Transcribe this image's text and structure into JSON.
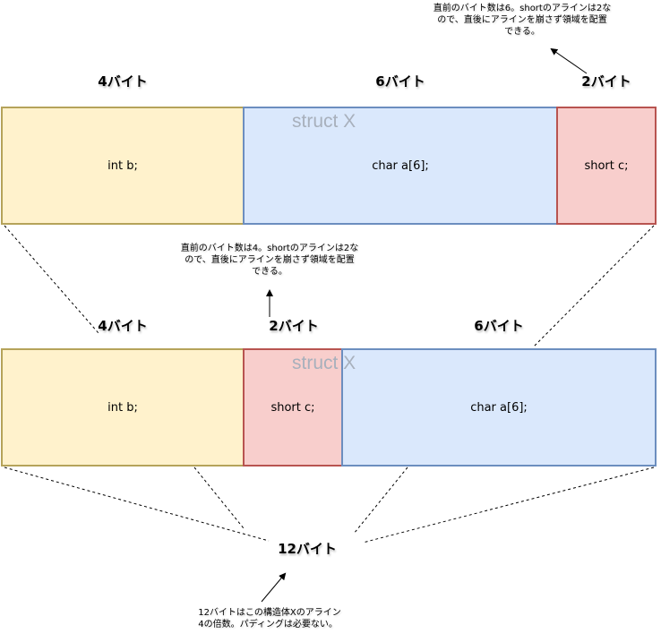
{
  "top_row": {
    "struct_label": "struct X",
    "fields": [
      {
        "name": "int b;",
        "size_label": "4バイト"
      },
      {
        "name": "char a[6];",
        "size_label": "6バイト"
      },
      {
        "name": "short c;",
        "size_label": "2バイト"
      }
    ],
    "note": [
      "直前のバイト数は6。shortのアラインは2な",
      "ので、直後にアラインを崩さず領域を配置",
      "できる。"
    ]
  },
  "bottom_row": {
    "struct_label": "struct X",
    "fields": [
      {
        "name": "int b;",
        "size_label": "4バイト"
      },
      {
        "name": "short c;",
        "size_label": "2バイト"
      },
      {
        "name": "char a[6];",
        "size_label": "6バイト"
      }
    ],
    "note": [
      "直前のバイト数は4。shortのアラインは2な",
      "ので、直後にアラインを崩さず領域を配置",
      "できる。"
    ]
  },
  "total": {
    "label": "12バイト",
    "note": [
      "12バイトはこの構造体Xのアライン",
      "4の倍数。パディングは必要ない。"
    ]
  },
  "colors": {
    "int": "#fff2cc",
    "char": "#dae8fc",
    "short": "#f8cecc"
  }
}
